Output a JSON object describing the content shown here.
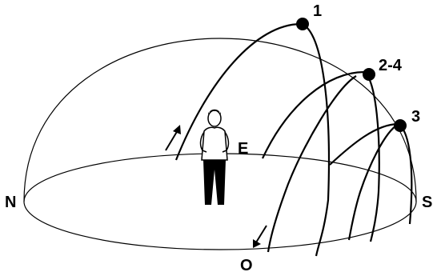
{
  "diagram": {
    "labels": {
      "north": "N",
      "south": "S",
      "east": "E",
      "west": "O",
      "point_1": "1",
      "point_2_4": "2-4",
      "point_3": "3"
    },
    "colors": {
      "ink": "#000000",
      "background": "#ffffff"
    },
    "icons": [
      "sun-position-marker",
      "direction-arrow-icon",
      "observer-figure"
    ]
  }
}
